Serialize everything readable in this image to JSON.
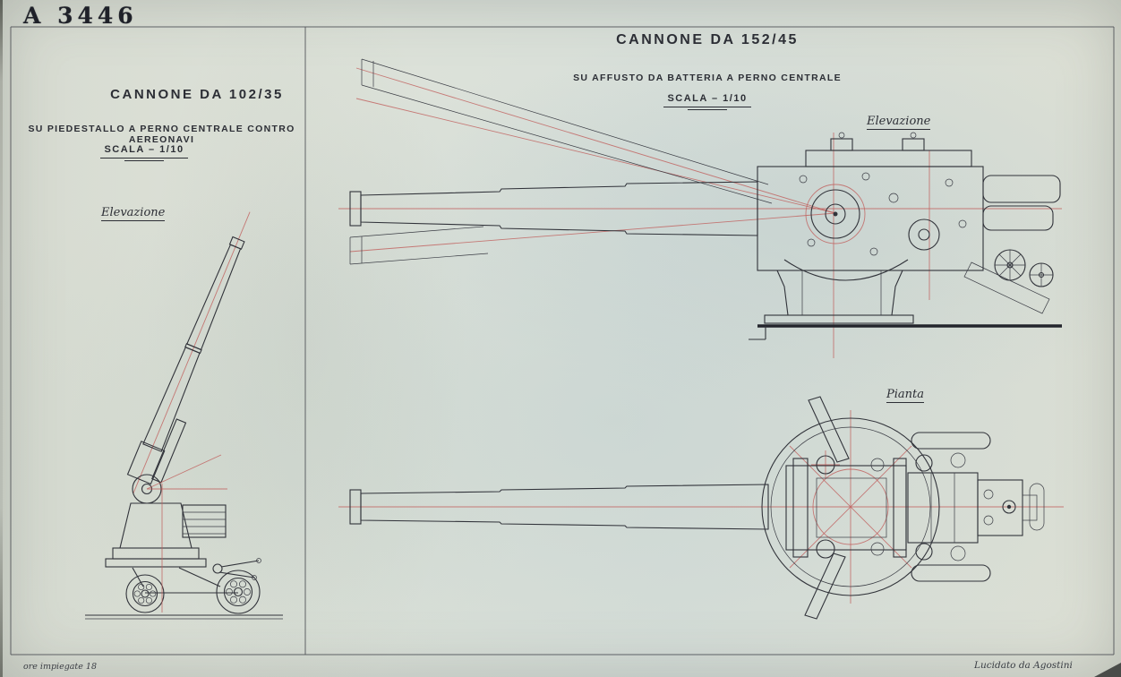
{
  "stamp": {
    "text": "A 3446"
  },
  "left_panel": {
    "title": "CANNONE DA 102/35",
    "subtitle": "SU PIEDESTALLO A PERNO CENTRALE CONTRO AEREONAVI",
    "scale": "SCALA – 1/10",
    "view_label": "Elevazione"
  },
  "right_panel": {
    "title": "CANNONE DA 152/45",
    "subtitle": "SU AFFUSTO DA BATTERIA A PERNO CENTRALE",
    "scale": "SCALA – 1/10",
    "elevation_label": "Elevazione",
    "plan_label": "Pianta"
  },
  "footer": {
    "left_note": "ore impiegate 18",
    "right_note": "Lucidato da Agostini"
  },
  "colors": {
    "paper": "#dde2d8",
    "ink": "#31333a",
    "red": "#c05f5c"
  }
}
